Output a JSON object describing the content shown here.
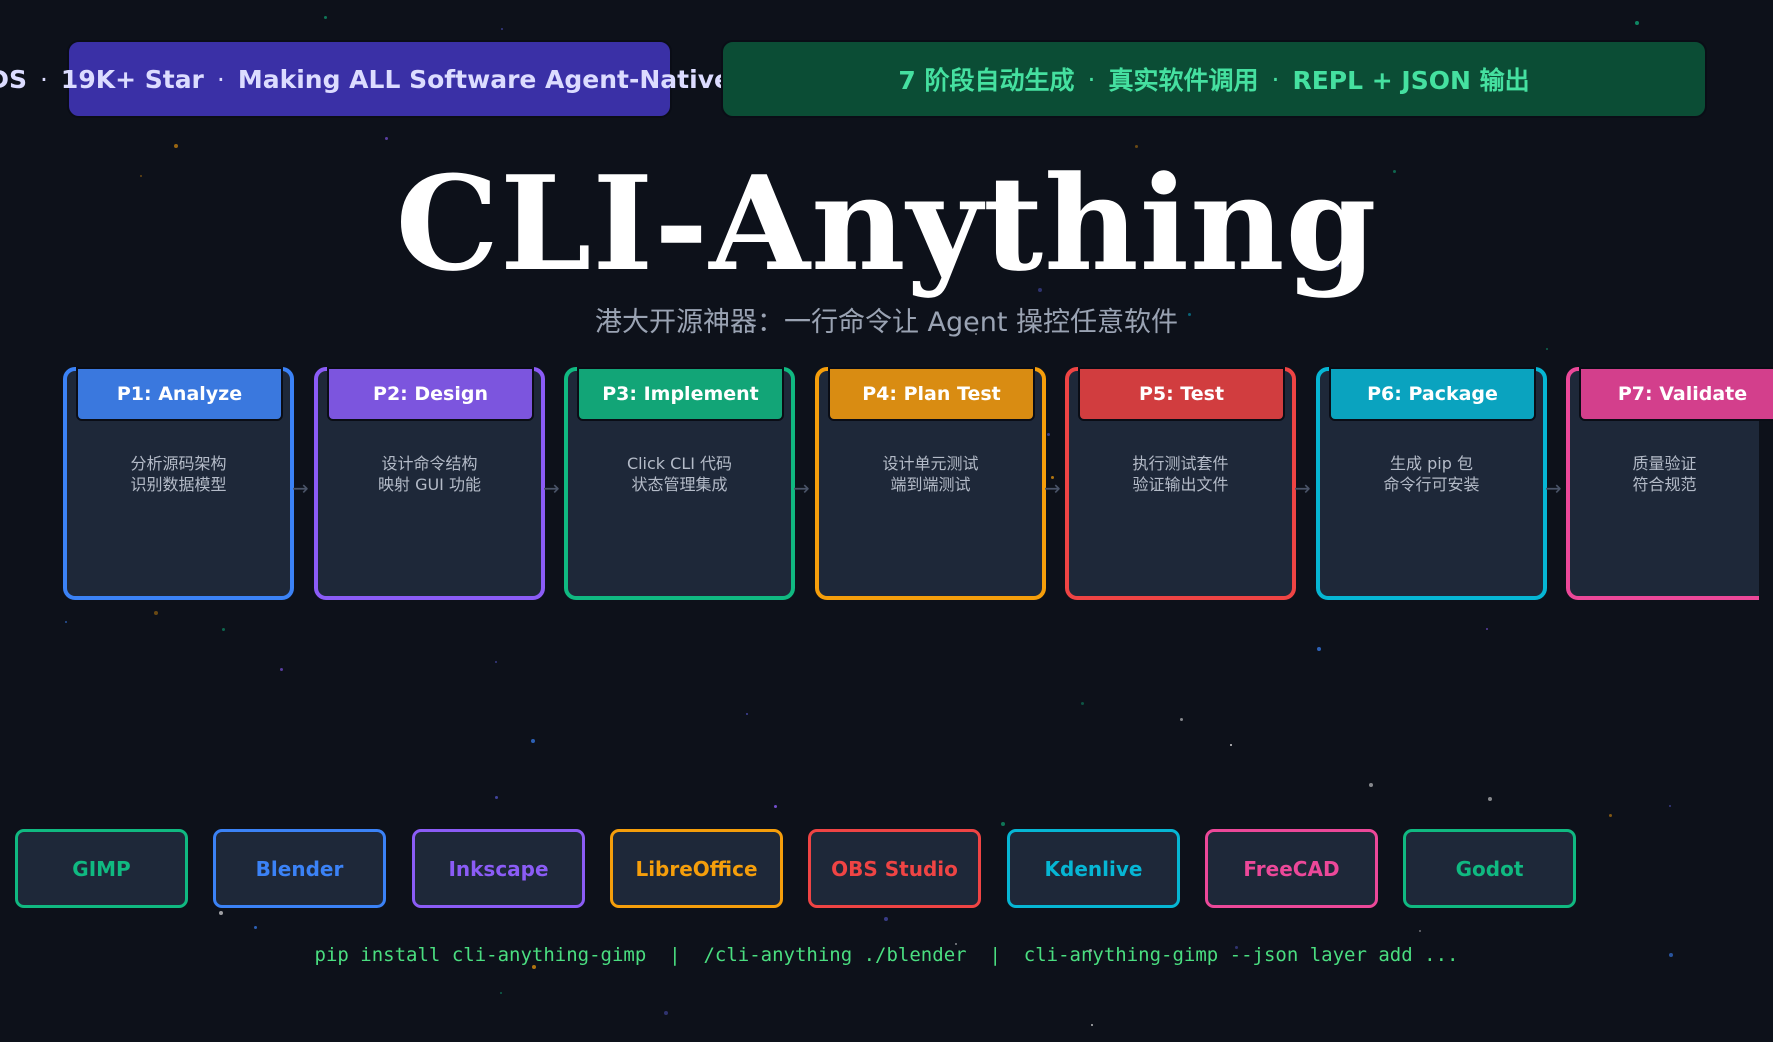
{
  "badge_left": {
    "items": [
      "HKUDS",
      "19K+ Star",
      "Making ALL Software Agent-Native"
    ],
    "separator": "·"
  },
  "badge_right": {
    "items": [
      "7 阶段自动生成",
      "真实软件调用",
      "REPL + JSON 输出"
    ],
    "separator": "·"
  },
  "title": "CLI-Anything",
  "subtitle": "港大开源神器：一行命令让 Agent 操控任意软件",
  "phases": [
    {
      "label": "P1: Analyze",
      "line1": "分析源码架构",
      "line2": "识别数据模型",
      "color": "#3b82f6",
      "head": "#3a78de"
    },
    {
      "label": "P2: Design",
      "line1": "设计命令结构",
      "line2": "映射 GUI 功能",
      "color": "#8b5cf6",
      "head": "#7c55de"
    },
    {
      "label": "P3: Implement",
      "line1": "Click CLI 代码",
      "line2": "状态管理集成",
      "color": "#10b981",
      "head": "#12a577"
    },
    {
      "label": "P4: Plan Test",
      "line1": "设计单元测试",
      "line2": "端到端测试",
      "color": "#f59e0b",
      "head": "#d98c12"
    },
    {
      "label": "P5: Test",
      "line1": "执行测试套件",
      "line2": "验证输出文件",
      "color": "#ef4444",
      "head": "#d13d3f"
    },
    {
      "label": "P6: Package",
      "line1": "生成 pip 包",
      "line2": "命令行可安装",
      "color": "#06b6d4",
      "head": "#0aa3bf"
    },
    {
      "label": "P7: Validate",
      "line1": "质量验证",
      "line2": "符合规范",
      "color": "#ec4899",
      "head": "#d33f8c"
    }
  ],
  "flow_arrow": "→",
  "apps": [
    {
      "label": "GIMP",
      "color": "#10b981"
    },
    {
      "label": "Blender",
      "color": "#3b82f6"
    },
    {
      "label": "Inkscape",
      "color": "#8b5cf6"
    },
    {
      "label": "LibreOffice",
      "color": "#f59e0b"
    },
    {
      "label": "OBS Studio",
      "color": "#ef4444"
    },
    {
      "label": "Kdenlive",
      "color": "#06b6d4"
    },
    {
      "label": "FreeCAD",
      "color": "#ec4899"
    },
    {
      "label": "Godot",
      "color": "#10b981"
    }
  ],
  "command_line": "pip install cli-anything-gimp  |  /cli-anything ./blender  |  cli-anything-gimp --json layer add ..."
}
